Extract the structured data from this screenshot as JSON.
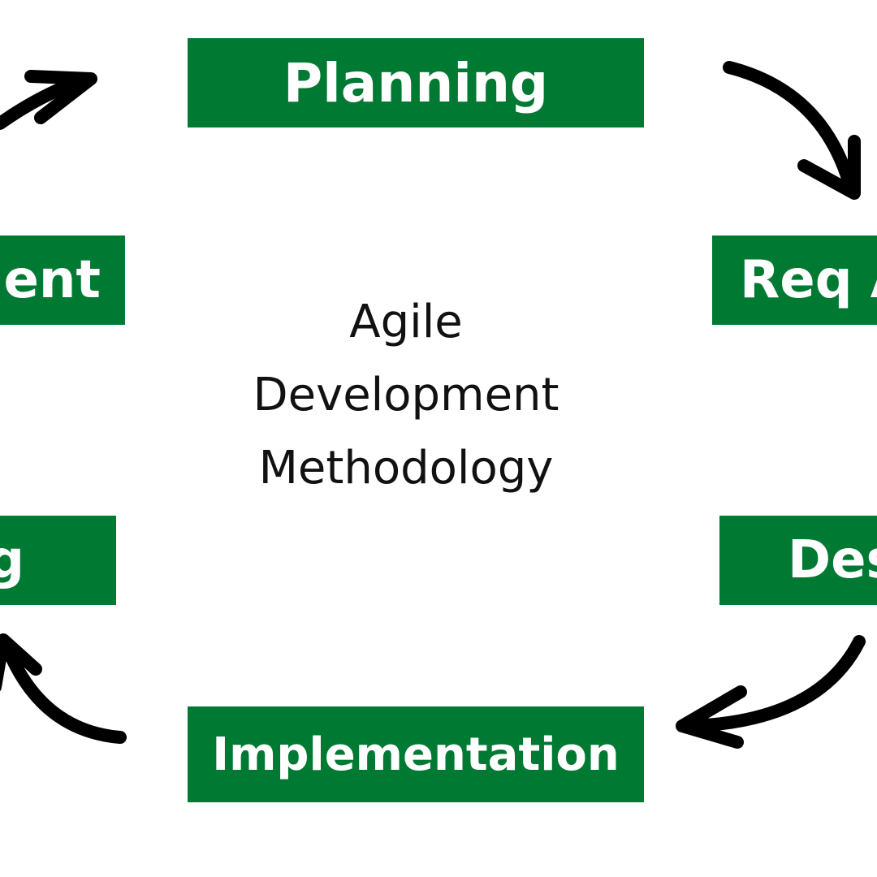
{
  "diagram": {
    "center_title": [
      "Agile",
      "Development",
      "Methodology"
    ],
    "stages": {
      "planning": "Planning",
      "requirements": "Req A",
      "design": "Des",
      "implementation": "Implementation",
      "deployment": "ent",
      "testing": "g"
    },
    "colors": {
      "stage_fill": "#007a33",
      "stage_text": "#ffffff",
      "arrow": "#000000",
      "title_text": "#111111"
    }
  }
}
